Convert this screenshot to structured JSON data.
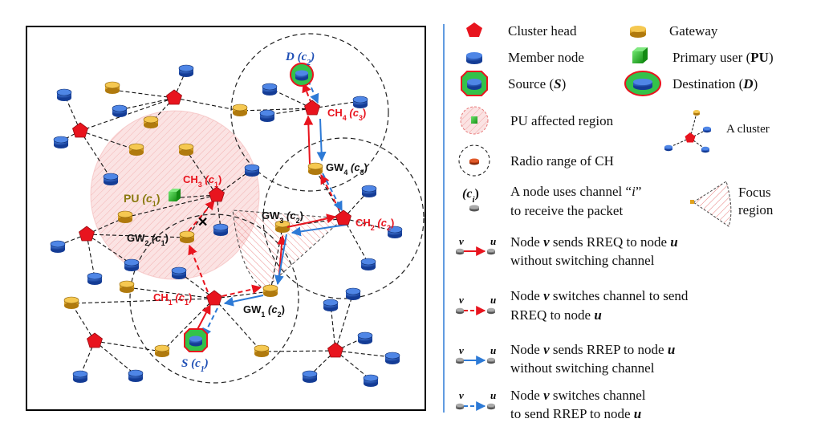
{
  "network": {
    "nodes": {
      "S": {
        "name": "S",
        "sub": "(c",
        "subi": "1",
        "close": ")"
      },
      "D": {
        "name": "D",
        "sub": "(c",
        "subi": "2",
        "close": ")"
      },
      "PU": {
        "name": "PU",
        "sub": "(c",
        "subi": "1",
        "close": ")"
      },
      "CH1": {
        "name": "CH",
        "idx": "1",
        "sub": "(c",
        "subi": "1",
        "close": ")"
      },
      "CH2": {
        "name": "CH",
        "idx": "2",
        "sub": "(c",
        "subi": "2",
        "close": ")"
      },
      "CH3": {
        "name": "CH",
        "idx": "3",
        "sub": "(c",
        "subi": "1",
        "close": ")"
      },
      "CH4": {
        "name": "CH",
        "idx": "4",
        "sub": "(c",
        "subi": "3",
        "close": ")"
      },
      "GW1": {
        "name": "GW",
        "idx": "1",
        "sub": "(c",
        "subi": "2",
        "close": ")"
      },
      "GW2": {
        "name": "GW",
        "idx": "2",
        "sub": "(c",
        "subi": "1",
        "close": ")"
      },
      "GW3": {
        "name": "GW",
        "idx": "3",
        "sub": "(c",
        "subi": "2",
        "close": ")"
      },
      "GW4": {
        "name": "GW",
        "idx": "4",
        "sub": "(c",
        "subi": "3",
        "close": ")"
      }
    }
  },
  "legend": {
    "cluster_head": "Cluster head",
    "gateway": "Gateway",
    "member_node": "Member node",
    "primary_user": "Primary user (",
    "primary_user_abbr": "PU",
    "source": "Source (",
    "source_abbr": "S",
    "destination": "Destination (",
    "destination_abbr": "D",
    "pu_region": "PU affected region",
    "a_cluster": "A cluster",
    "radio_range": "Radio range of CH",
    "channel_sym": "(c",
    "channel_sym_i": "i",
    "channel_line1": "A node uses channel “",
    "channel_line1_i": "i",
    "channel_line1_end": "”",
    "channel_line2": "to receive the packet",
    "focus_line1": "Focus",
    "focus_line2": "region",
    "v": "v",
    "u": "u",
    "rreq_line1": "Node ",
    "rreq_line1b": " sends RREQ to node ",
    "rreq_line2": "without switching channel",
    "rreq_sw_line1b": " switches channel to send",
    "rreq_sw_line2": "RREQ to node ",
    "rrep_line1b": " sends RREP to node ",
    "rrep_line2": "without switching channel",
    "rrep_sw_line1b": " switches channel",
    "rrep_sw_line2": "to send RREP to node "
  },
  "colors": {
    "cluster_head": "#e8141e",
    "member": "#1f4fb5",
    "gateway": "#e0a21d",
    "primary_user": "#22b022",
    "rreq": "#e8141e",
    "rrep": "#2d7ad6",
    "label_red": "#e8141e",
    "label_blue": "#1f4fb5",
    "label_olive": "#8a7a10"
  }
}
